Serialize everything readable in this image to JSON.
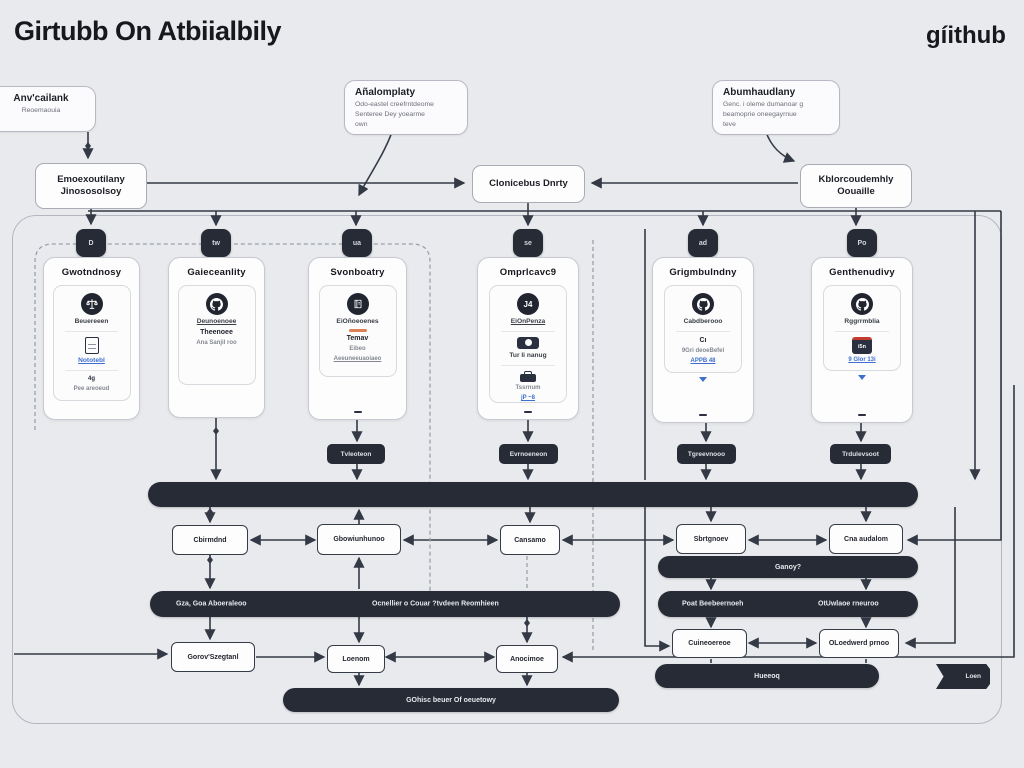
{
  "header": {
    "title": "Girtubb On Atbiialbily",
    "logo": "gíithub"
  },
  "callouts": [
    {
      "title": "Anv'cailank",
      "line1": "Reoemaouia"
    },
    {
      "title": "Añalomplaty",
      "line1": "Odo-eastel creefrntdeome",
      "line2": "Senteree Dey yoearme",
      "line3": "own"
    },
    {
      "title": "Abumhaudlany",
      "line1": "Genc. i oleme dumanoar g",
      "line2": "beamoprie oneegayrnue",
      "line3": "teve"
    }
  ],
  "top_boxes": {
    "left1": "Emoexoutilany",
    "left2": "Jinososolsoy",
    "center": "Clonicebus Dnrty",
    "right1": "Kblorcoudemhly",
    "right2": "Oouaille"
  },
  "columns": [
    {
      "tab": "D",
      "title": "Gwotndnosy",
      "item1": "Beuereeen",
      "item2": "Nototebl",
      "icon3": "4g",
      "item3": "Pee areoeud"
    },
    {
      "tab": "tw",
      "title": "Gaieceanlity",
      "item1": "Deunoenoee",
      "item2": "Theenoee",
      "item3": "Ana Sanjil roo"
    },
    {
      "tab": "ua",
      "title": "Svonboatry",
      "item1": "EiOñoeoenes",
      "item2": "Temav",
      "item3": "Eibeo",
      "item4": "Aeeuneeuaoiaeo"
    },
    {
      "tab": "se",
      "title": "Omprlcavc9",
      "icon_text": "J4",
      "item1": "EiOnPenza",
      "item2": "Tur li nanug",
      "item3": "Tssrnum",
      "item4": "jP ~8"
    },
    {
      "tab": "ad",
      "title": "Grigmbulndny",
      "item1": "Cabdberooo",
      "item2": "Cı",
      "item3": "9Gri deoeBefel",
      "item4": "APPB 48"
    },
    {
      "tab": "Po",
      "title": "Genthenudivy",
      "item1": "Rggrrmblia",
      "icon_text": "i5n",
      "item2": "9 Glor 13i"
    }
  ],
  "pills": [
    "Tvleoteon",
    "Evrnoeneon",
    "Tgreevnooo",
    "Trdulevsoot"
  ],
  "row_boxes": [
    "Cbirmdnd",
    "Gbowiunhunoo",
    "Cansamo",
    "Sbrtgnoev",
    "Cna audalom"
  ],
  "left_section": {
    "bar_text1": "Gza, Goa Aboeraleoo",
    "bar_text2": "Ocnellier o Couar ?tvdeen Reomhieen",
    "boxes": [
      "Gorov'Szegtanl",
      "Loenom",
      "Anocimoe"
    ],
    "bottom_pill": "GOhisc beuer Of oeuetowy"
  },
  "right_section": {
    "pill": "Ganoy?",
    "bar_text1": "Poat Beebeernoeh",
    "bar_text2": "OtUwlaoe rneuroo",
    "boxes": [
      "Cuineoereoe",
      "OLoedwerd prnoo"
    ],
    "bottom_pill": "Hueeoq",
    "ribbon": "Loen"
  },
  "colors": {
    "dark": "#262b36",
    "background": "#e8eaed",
    "blue": "#3f6fce",
    "orange": "#dd8255",
    "red": "#c23b2e"
  }
}
